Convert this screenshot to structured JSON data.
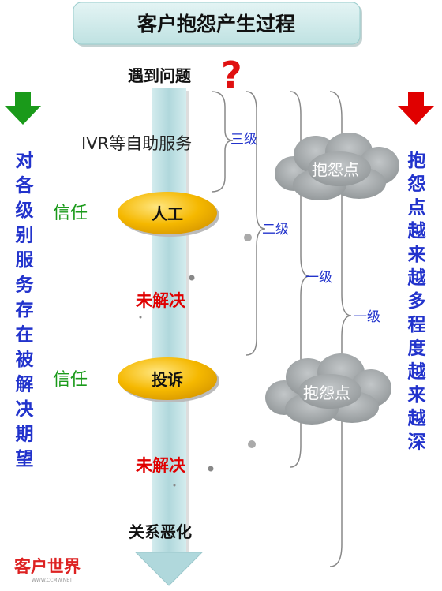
{
  "title": "客户抱怨产生过程",
  "start": "遇到问题",
  "question_mark": "?",
  "ivr": "IVR等自助服务",
  "node_manual": "人工",
  "node_complaint": "投诉",
  "trust_1": "信任",
  "trust_2": "信任",
  "unresolved_1": "未解决",
  "unresolved_2": "未解决",
  "end": "关系恶化",
  "level_3": "三级",
  "level_2": "二级",
  "level_1a": "一级",
  "level_1b": "一级",
  "cloud_1": "抱怨点",
  "cloud_2": "抱怨点",
  "left_vertical": "对各级别服务存在被解决期望",
  "right_vertical": "抱怨点越来越多程度越来越深",
  "logo_main": "客户世界",
  "logo_sub": "WWW.CCMW.NET",
  "colors": {
    "left_arrow": "#1a9a1a",
    "right_arrow": "#e00000",
    "node_fill": "#f5b800",
    "center_arrow": "#b8dde0",
    "title_box": "#cdeaea",
    "cloud": "#9aa0a2"
  }
}
